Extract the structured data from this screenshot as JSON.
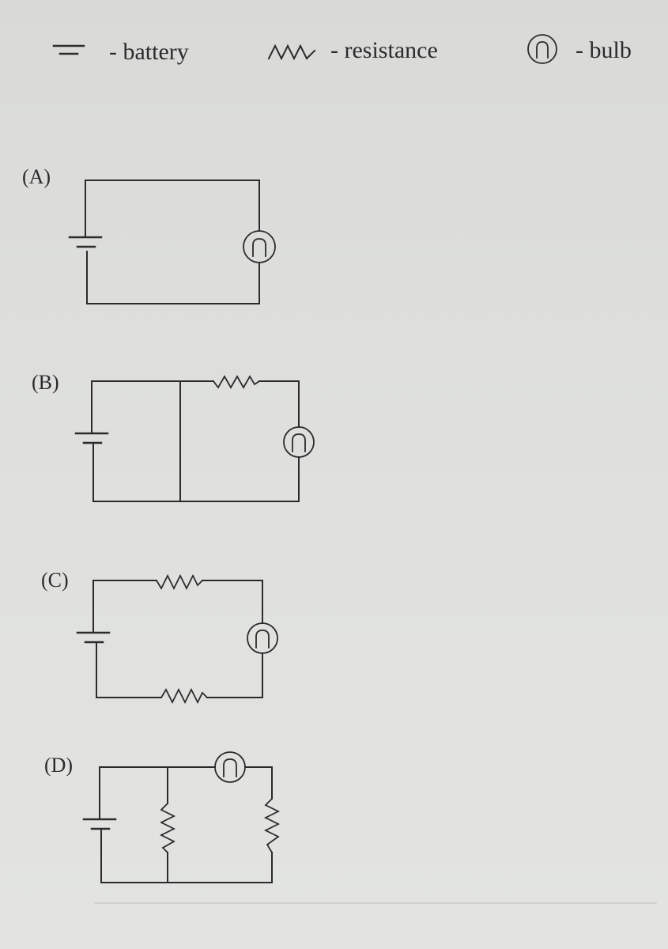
{
  "legend": {
    "battery_text": "- battery",
    "resistance_text": "- resistance",
    "bulb_text": "- bulb"
  },
  "circuits": [
    {
      "label": "(A)",
      "components": [
        "battery",
        "bulb"
      ]
    },
    {
      "label": "(B)",
      "components": [
        "battery",
        "resistance",
        "bulb"
      ]
    },
    {
      "label": "(C)",
      "components": [
        "battery",
        "resistance",
        "bulb",
        "resistance"
      ]
    },
    {
      "label": "(D)",
      "components": [
        "battery",
        "resistance",
        "bulb",
        "resistance"
      ]
    }
  ]
}
